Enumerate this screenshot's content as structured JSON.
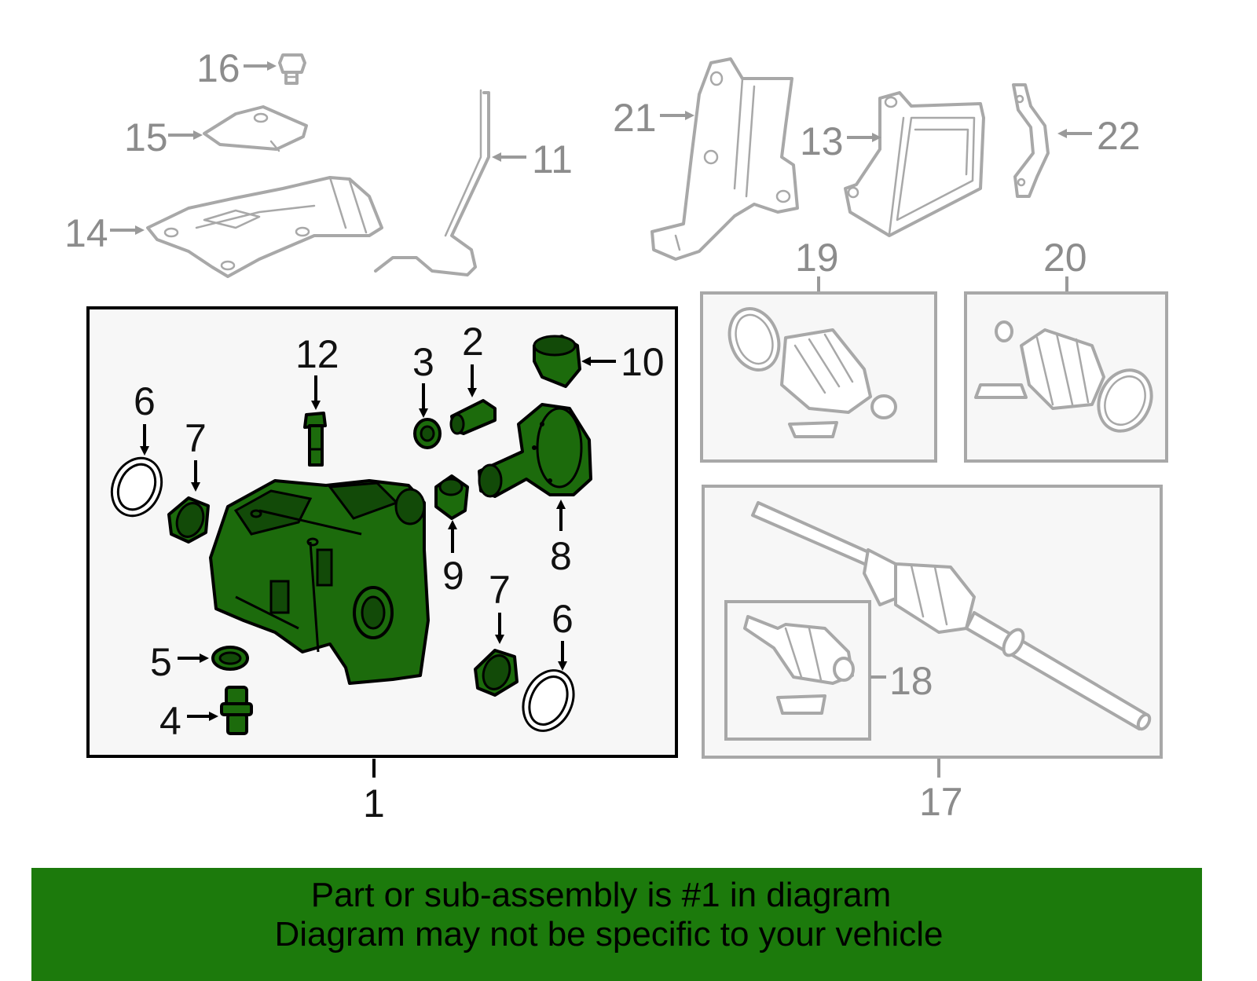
{
  "callouts": {
    "c1": "1",
    "c2": "2",
    "c3": "3",
    "c4": "4",
    "c5": "5",
    "c6a": "6",
    "c6b": "6",
    "c7a": "7",
    "c7b": "7",
    "c8": "8",
    "c9": "9",
    "c10": "10",
    "c11": "11",
    "c12": "12",
    "c13": "13",
    "c14": "14",
    "c15": "15",
    "c16": "16",
    "c17": "17",
    "c18": "18",
    "c19": "19",
    "c20": "20",
    "c21": "21",
    "c22": "22"
  },
  "banner": {
    "line1": "Part or sub-assembly is #1 in diagram",
    "line2": "Diagram may not be specific to your vehicle"
  },
  "colors": {
    "highlight": "#1c6b0c",
    "banner": "#1c7a0c",
    "context_parts": "#a8a8a8"
  }
}
